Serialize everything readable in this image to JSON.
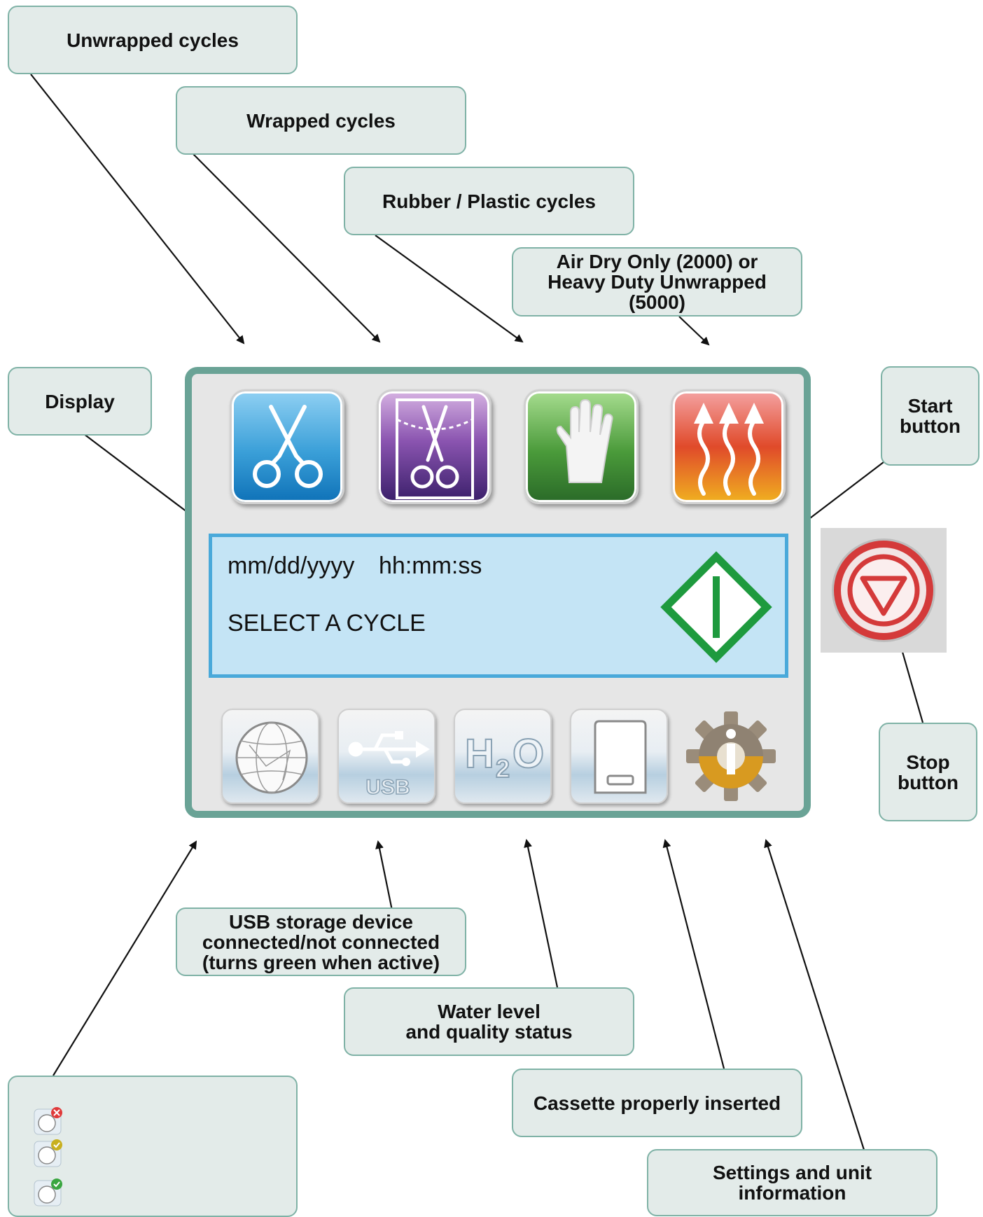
{
  "callouts": {
    "unwrapped": "Unwrapped cycles",
    "wrapped": "Wrapped cycles",
    "rubber": "Rubber / Plastic cycles",
    "air_dry": "Air Dry Only (2000) or\nHeavy Duty Unwrapped\n(5000)",
    "display": "Display",
    "start": "Start\nbutton",
    "stop": "Stop\nbutton",
    "usb": "USB storage device\nconnected/not connected\n(turns green when active)",
    "water": "Water level\nand quality status",
    "cassette": "Cassette properly inserted",
    "settings": "Settings and unit\ninformation"
  },
  "display": {
    "date": "mm/dd/yyyy",
    "time": "hh:mm:ss",
    "message": "SELECT A CYCLE"
  },
  "cycle_buttons": [
    {
      "name": "unwrapped",
      "icon": "scissors-forceps-icon",
      "color": "#3a9fd8"
    },
    {
      "name": "wrapped",
      "icon": "wrapped-forceps-icon",
      "color": "#6a3f8e"
    },
    {
      "name": "rubber-plastic",
      "icon": "glove-icon",
      "color": "#4a9a3a"
    },
    {
      "name": "air-dry-heavy-duty",
      "icon": "heat-waves-icon",
      "color": "#e04a2a"
    }
  ],
  "status_icons": {
    "network": "globe-network-icon",
    "usb": "USB",
    "water": "H2O",
    "cassette": "cassette-icon",
    "settings": "info-gear-icon"
  },
  "legend_states": [
    "network-error-icon",
    "network-connecting-icon",
    "network-connected-icon"
  ],
  "colors": {
    "callout_bg": "#e3ebe9",
    "callout_border": "#7fb2a6",
    "panel_border": "#6aa396",
    "lcd_bg": "#c4e4f5",
    "start_green": "#1e9a3e",
    "stop_red": "#d43a3a"
  }
}
